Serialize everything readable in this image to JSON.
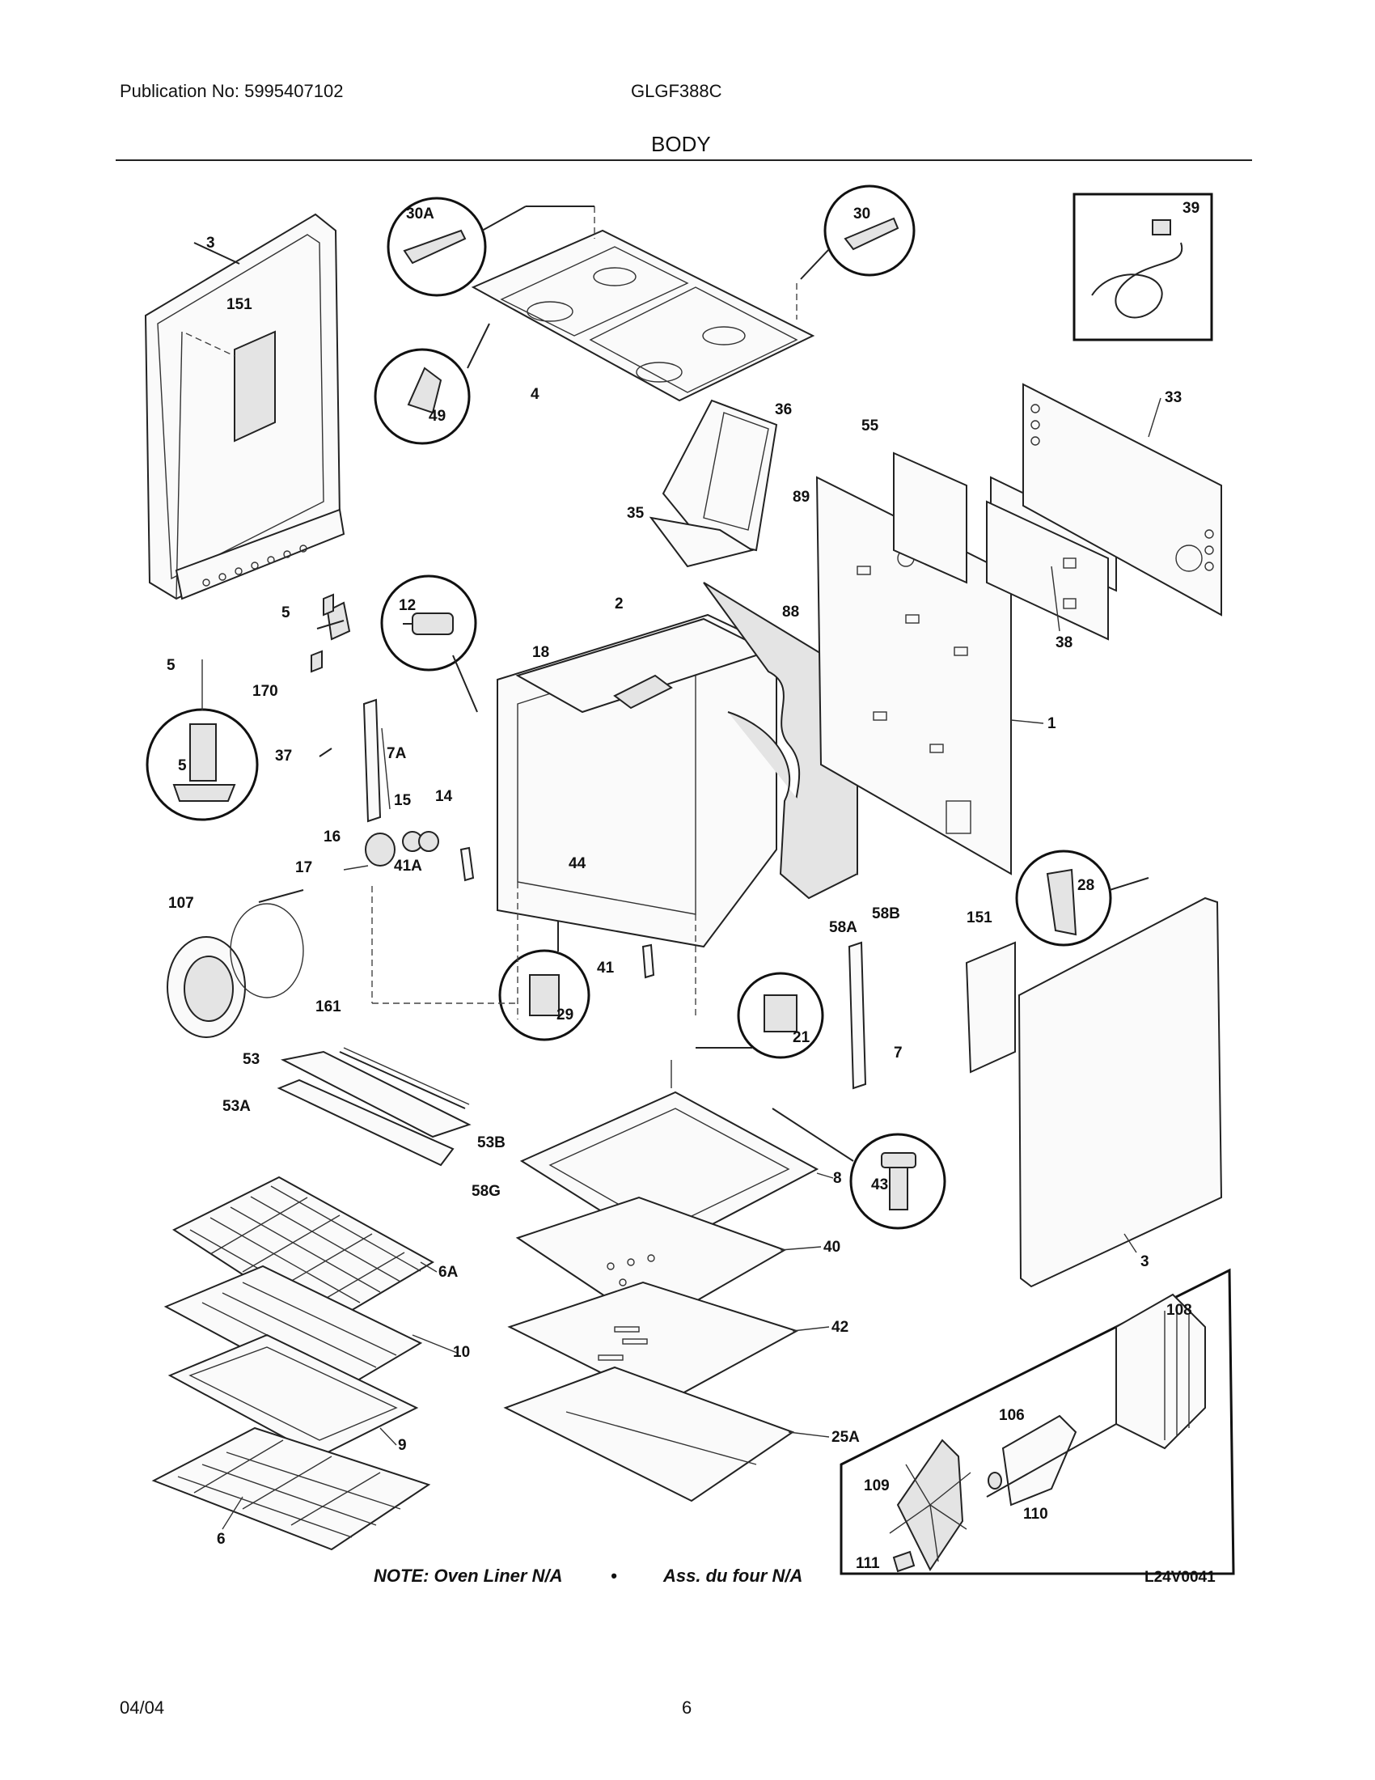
{
  "header": {
    "publication": "Publication No: 5995407102",
    "model": "GLGF388C",
    "section": "BODY"
  },
  "footer": {
    "date": "04/04",
    "page": "6"
  },
  "diagram": {
    "note": "NOTE: Oven Liner N/A",
    "bullet": "•",
    "note_fr": "Ass. du four N/A",
    "code": "L24V0041",
    "labels": {
      "p3_left": "3",
      "p151_left": "151",
      "p5_a": "5",
      "p5_b": "5",
      "p5_c": "5",
      "p170": "170",
      "p37": "37",
      "p7A": "7A",
      "p15": "15",
      "p14": "14",
      "p16": "16",
      "p17": "17",
      "p12": "12",
      "p18": "18",
      "p2": "2",
      "p44": "44",
      "p41A": "41A",
      "p107": "107",
      "p161": "161",
      "p29": "29",
      "p41": "41",
      "p21": "21",
      "p7": "7",
      "p58A": "58A",
      "p58B": "58B",
      "p1": "1",
      "p88": "88",
      "p89": "89",
      "p35": "35",
      "p36": "36",
      "p55": "55",
      "p33": "33",
      "p38": "38",
      "p30A": "30A",
      "p30": "30",
      "p39": "39",
      "p49": "49",
      "p4": "4",
      "p151_right": "151",
      "p28": "28",
      "p3_right": "3",
      "p53": "53",
      "p53A": "53A",
      "p53B": "53B",
      "p58G": "58G",
      "p6A": "6A",
      "p10": "10",
      "p9": "9",
      "p6": "6",
      "p8": "8",
      "p43": "43",
      "p40": "40",
      "p42": "42",
      "p25A": "25A",
      "p108": "108",
      "p106": "106",
      "p109": "109",
      "p110": "110",
      "p111": "111"
    }
  }
}
